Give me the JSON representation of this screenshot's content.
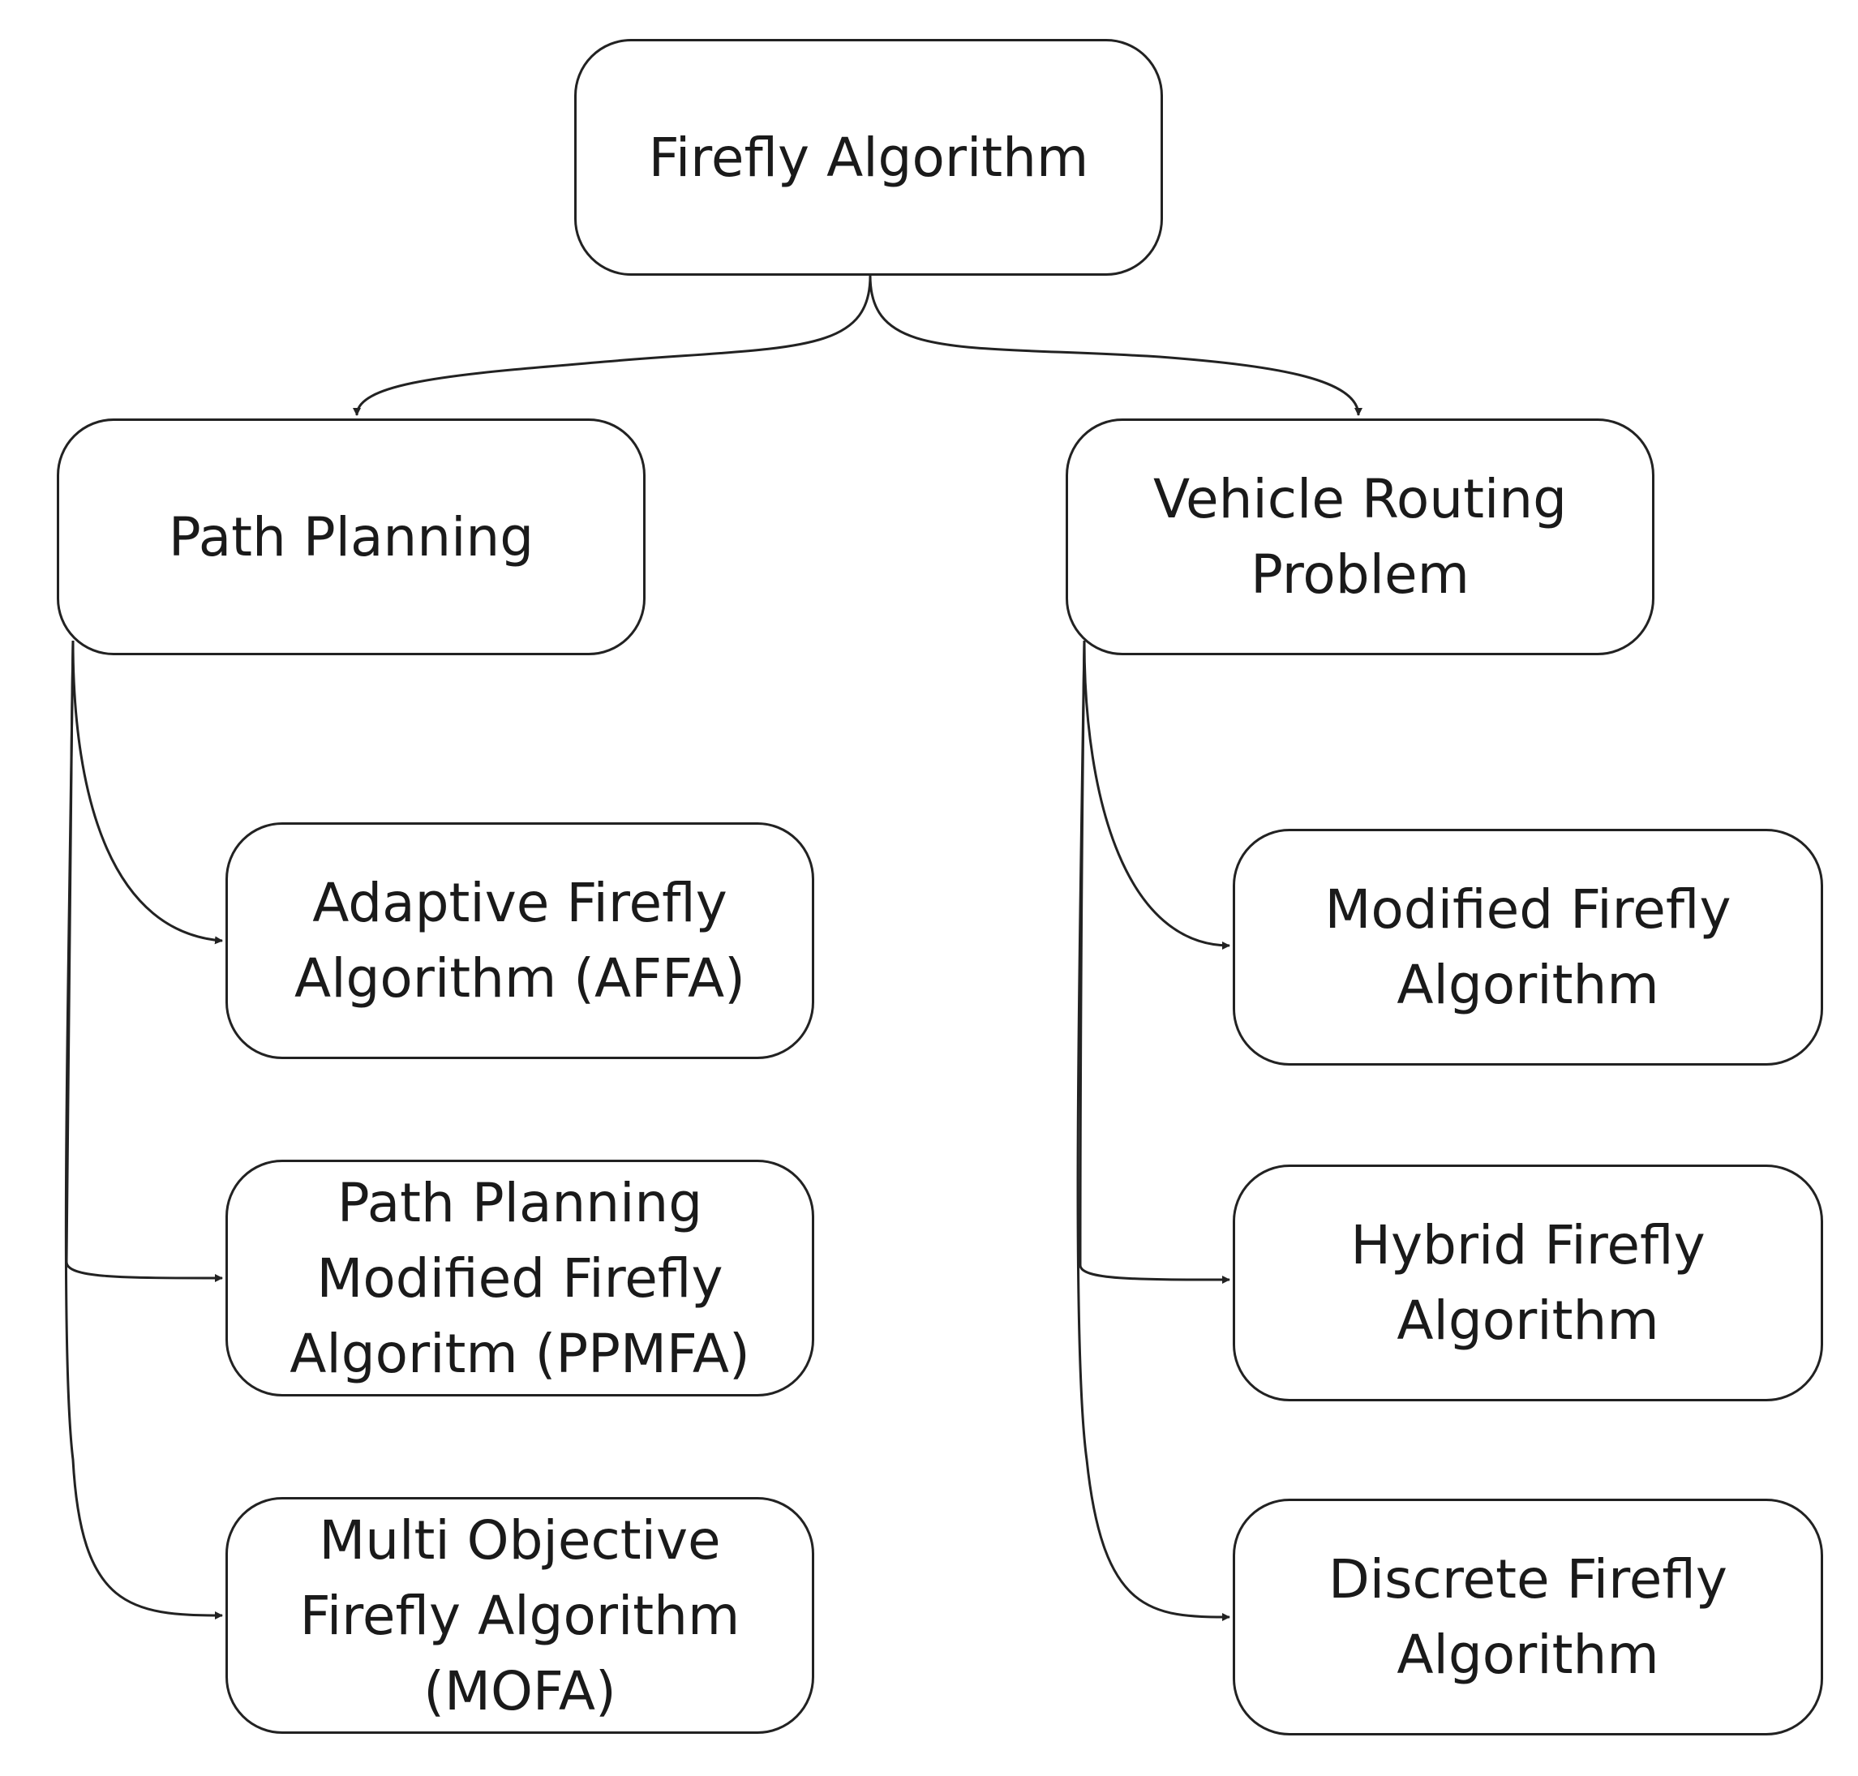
{
  "nodes": {
    "root": {
      "lines": [
        "Firefly Algorithm"
      ]
    },
    "path_planning": {
      "lines": [
        "Path Planning"
      ]
    },
    "vrp": {
      "lines": [
        "Vehicle Routing",
        "Problem"
      ]
    },
    "affa": {
      "lines": [
        "Adaptive Firefly",
        "Algorithm (AFFA)"
      ]
    },
    "ppmfa": {
      "lines": [
        "Path Planning",
        "Modified Firefly",
        "Algoritm (PPMFA)"
      ]
    },
    "mofa": {
      "lines": [
        "Multi Objective",
        "Firefly Algorithm",
        "(MOFA)"
      ]
    },
    "mfa": {
      "lines": [
        "Modified Firefly",
        "Algorithm"
      ]
    },
    "hfa": {
      "lines": [
        "Hybrid Firefly",
        "Algorithm"
      ]
    },
    "dfa": {
      "lines": [
        "Discrete Firefly",
        "Algorithm"
      ]
    }
  },
  "edges": [
    {
      "from": "root",
      "to": "path_planning"
    },
    {
      "from": "root",
      "to": "vrp"
    },
    {
      "from": "path_planning",
      "to": "affa"
    },
    {
      "from": "path_planning",
      "to": "ppmfa"
    },
    {
      "from": "path_planning",
      "to": "mofa"
    },
    {
      "from": "vrp",
      "to": "mfa"
    },
    {
      "from": "vrp",
      "to": "hfa"
    },
    {
      "from": "vrp",
      "to": "dfa"
    }
  ],
  "colors": {
    "stroke": "#222222",
    "text": "#1a1a1a",
    "background": "#ffffff"
  }
}
